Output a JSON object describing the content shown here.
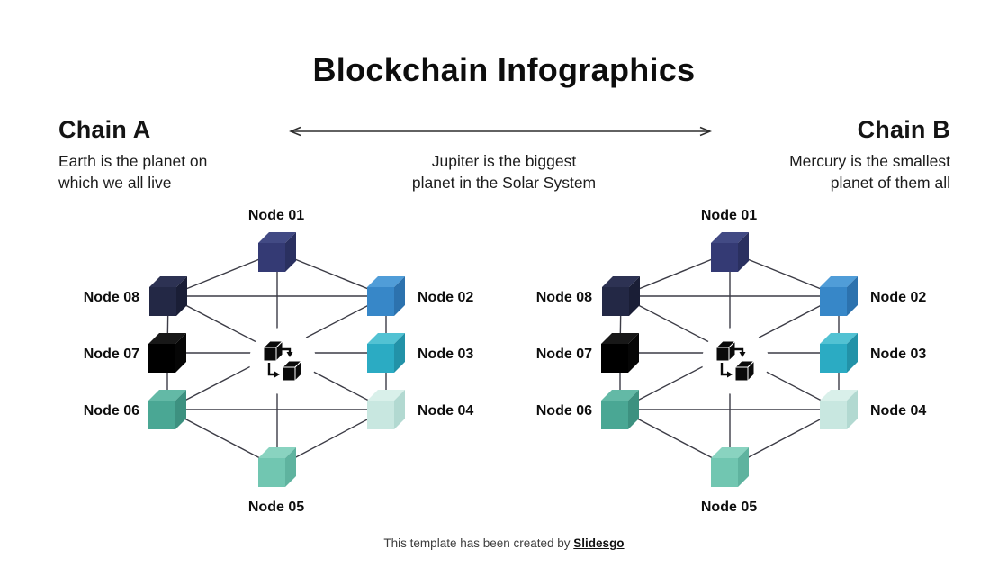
{
  "title": "Blockchain Infographics",
  "chains": [
    {
      "heading": "Chain A",
      "description": "Earth is the planet on\nwhich we all live"
    },
    {
      "heading": "Chain B",
      "description": "Mercury is the smallest\nplanet of them all"
    }
  ],
  "center_description": "Jupiter is the biggest\nplanet in the Solar System",
  "nodes": [
    {
      "label": "Node 01",
      "color": {
        "front": "#343A74",
        "top": "#424A84",
        "side": "#2A3060"
      }
    },
    {
      "label": "Node 02",
      "color": {
        "front": "#3787C8",
        "top": "#509DD8",
        "side": "#2C72AE"
      }
    },
    {
      "label": "Node 03",
      "color": {
        "front": "#2BABC3",
        "top": "#52C2D3",
        "side": "#2292A8"
      }
    },
    {
      "label": "Node 04",
      "color": {
        "front": "#C8E7E0",
        "top": "#D9F0EA",
        "side": "#B2D9D1"
      }
    },
    {
      "label": "Node 05",
      "color": {
        "front": "#71C6B1",
        "top": "#89D3C0",
        "side": "#5FB39F"
      }
    },
    {
      "label": "Node 06",
      "color": {
        "front": "#4AA794",
        "top": "#63B9A6",
        "side": "#3D9180"
      }
    },
    {
      "label": "Node 07",
      "color": {
        "front": "#000000",
        "top": "#181818",
        "side": "#060606"
      }
    },
    {
      "label": "Node 08",
      "color": {
        "front": "#232845",
        "top": "#2D3253",
        "side": "#1A1E36"
      }
    }
  ],
  "center_icon": "blockchain-cubes-icon",
  "footer": {
    "text": "This template has been created by ",
    "brand": "Slidesgo"
  },
  "colors": {
    "edge": "#3C3C46",
    "icon": "#0A0A0A",
    "background": "#FFFFFF",
    "text": "#0D0D0D"
  }
}
